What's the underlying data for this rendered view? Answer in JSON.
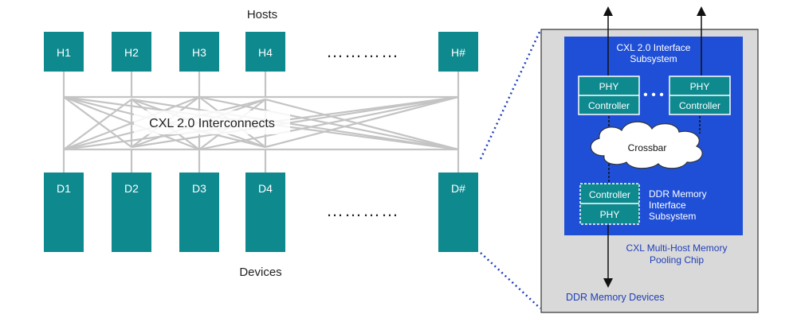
{
  "colors": {
    "teal": "#0e8a8f",
    "teal_dark": "#0a6f73",
    "link_gray": "#c4c4c4",
    "panel_gray": "#d9d9d9",
    "chip_blue": "#1f4fd6",
    "text_blue": "#1f3fb8",
    "white": "#ffffff",
    "black": "#111111"
  },
  "hosts": {
    "title": "Hosts",
    "items": [
      "H1",
      "H2",
      "H3",
      "H4",
      "H#"
    ]
  },
  "devices": {
    "title": "Devices",
    "items": [
      "D1",
      "D2",
      "D3",
      "D4",
      "D#"
    ]
  },
  "interconnect": {
    "label": "CXL 2.0 Interconnects"
  },
  "chip": {
    "interface_subsystem": "CXL 2.0 Interface\nSubsystem",
    "phy_label": "PHY",
    "controller_label": "Controller",
    "crossbar_label": "Crossbar",
    "ddr_interface": "DDR Memory\nInterface\nSubsystem",
    "chip_name": "CXL Multi-Host Memory\nPooling Chip",
    "memory_devices": "DDR Memory Devices"
  }
}
